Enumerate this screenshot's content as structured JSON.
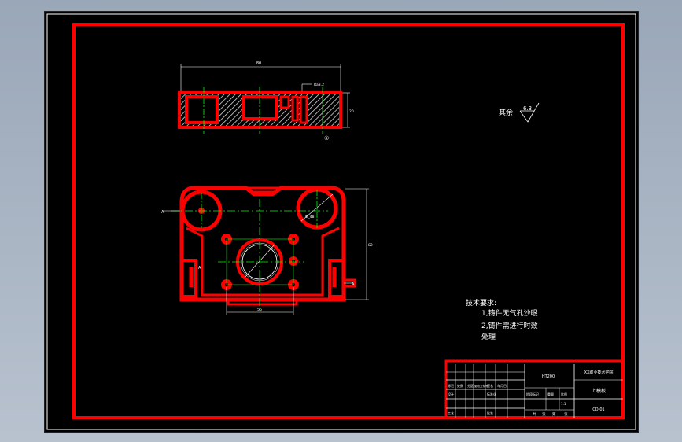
{
  "drawing": {
    "top_view": {
      "balloon": "⑥",
      "dimensions": [
        "80",
        "20",
        "Ra3.2"
      ]
    },
    "plan_view": {
      "section_marks": [
        "A",
        "A",
        "A"
      ],
      "dimensions": [
        "Φ_48",
        "82",
        "56"
      ]
    },
    "surface_finish": {
      "label": "其余",
      "value": "6.3"
    },
    "tech_requirements": {
      "title": "技术要求:",
      "items": [
        "1,铸件无气孔沙眼",
        "2,铸件需进行时效",
        "处理"
      ]
    },
    "title_block": {
      "material": "HT200",
      "school": "XX职业技术学院",
      "part_name": "上模板",
      "drawing_no": "CD-01",
      "scale": "1:1",
      "header_labels": [
        "标记",
        "处数",
        "分区",
        "更改文件号",
        "签名",
        "年月日"
      ],
      "design": "设计",
      "standardize": "标准化",
      "stage_mark": "阶段标记",
      "weight": "重量",
      "ratio": "比例",
      "process": "工艺",
      "approve": "批准",
      "sheet_total": "共",
      "sheet_of": "张",
      "sheet_no": "第",
      "sheet_end": "张"
    }
  }
}
